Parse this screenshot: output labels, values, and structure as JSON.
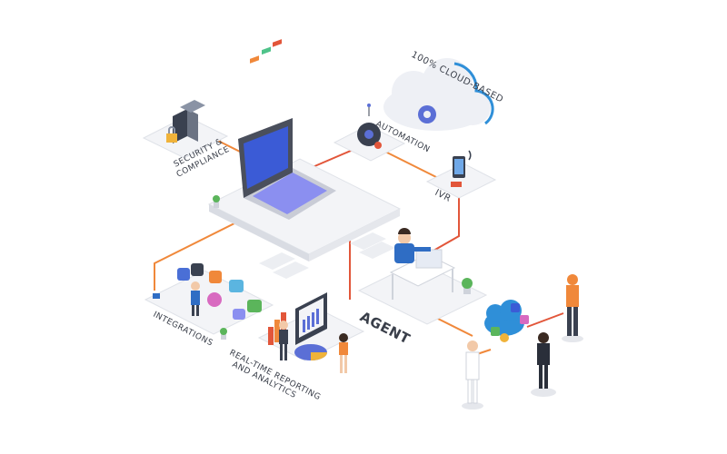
{
  "labels": {
    "cloud": "100% CLOUD-BASED",
    "automation": "AUTOMATION",
    "security_line1": "SECURITY &",
    "security_line2": "COMPLIANCE",
    "ivr": "IVR",
    "agent": "AGENT",
    "integrations": "INTEGRATIONS",
    "reporting_line1": "REAL-TIME REPORTING",
    "reporting_line2": "AND ANALYTICS"
  },
  "colors": {
    "platform": "#f3f4f7",
    "platform_side": "#d9dce3",
    "line_orange": "#f0883a",
    "line_red": "#e2563a",
    "cloud": "#eef0f5",
    "cloud_stroke": "#2f8fd8",
    "gear": "#5b6fd6",
    "agent_suit": "#2f6dc4",
    "laptop_frame": "#4a4f5c",
    "screen": "#3b5bd6"
  },
  "icons": [
    "cloud-icon",
    "gear-icon",
    "server-icon",
    "lock-icon",
    "laptop-icon",
    "phone-icon",
    "headset-agent",
    "social-cloud-icon",
    "chart-board-icon",
    "app-icons"
  ]
}
